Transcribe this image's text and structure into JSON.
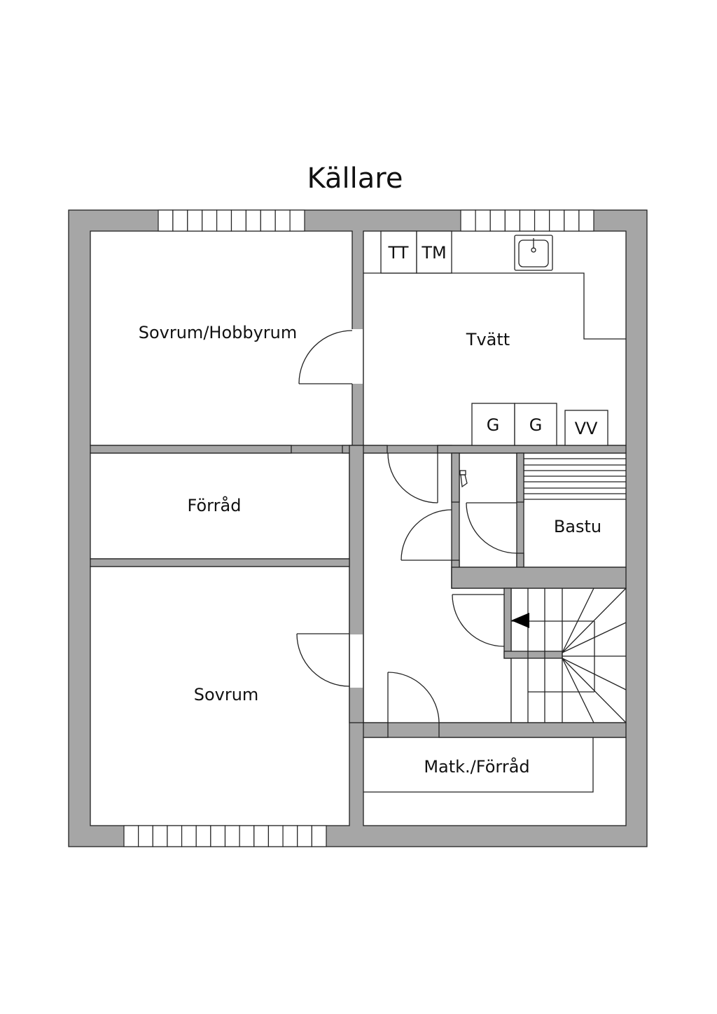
{
  "title": "Källare",
  "rooms": {
    "sovrum_hobbyrum": "Sovrum/Hobbyrum",
    "tvatt": "Tvätt",
    "forrad": "Förråd",
    "bastu": "Bastu",
    "sovrum": "Sovrum",
    "matk_forrad": "Matk./Förråd"
  },
  "appliances": {
    "tt": "TT",
    "tm": "TM",
    "g1": "G",
    "g2": "G",
    "vv": "VV"
  },
  "windows": {
    "top_left_panes": 10,
    "top_right_panes": 9,
    "bottom_panes": 14
  },
  "stairs": {
    "direction": "up-left arrow"
  },
  "colors": {
    "wall": "#a6a6a6",
    "line": "#222222",
    "background": "#ffffff"
  }
}
